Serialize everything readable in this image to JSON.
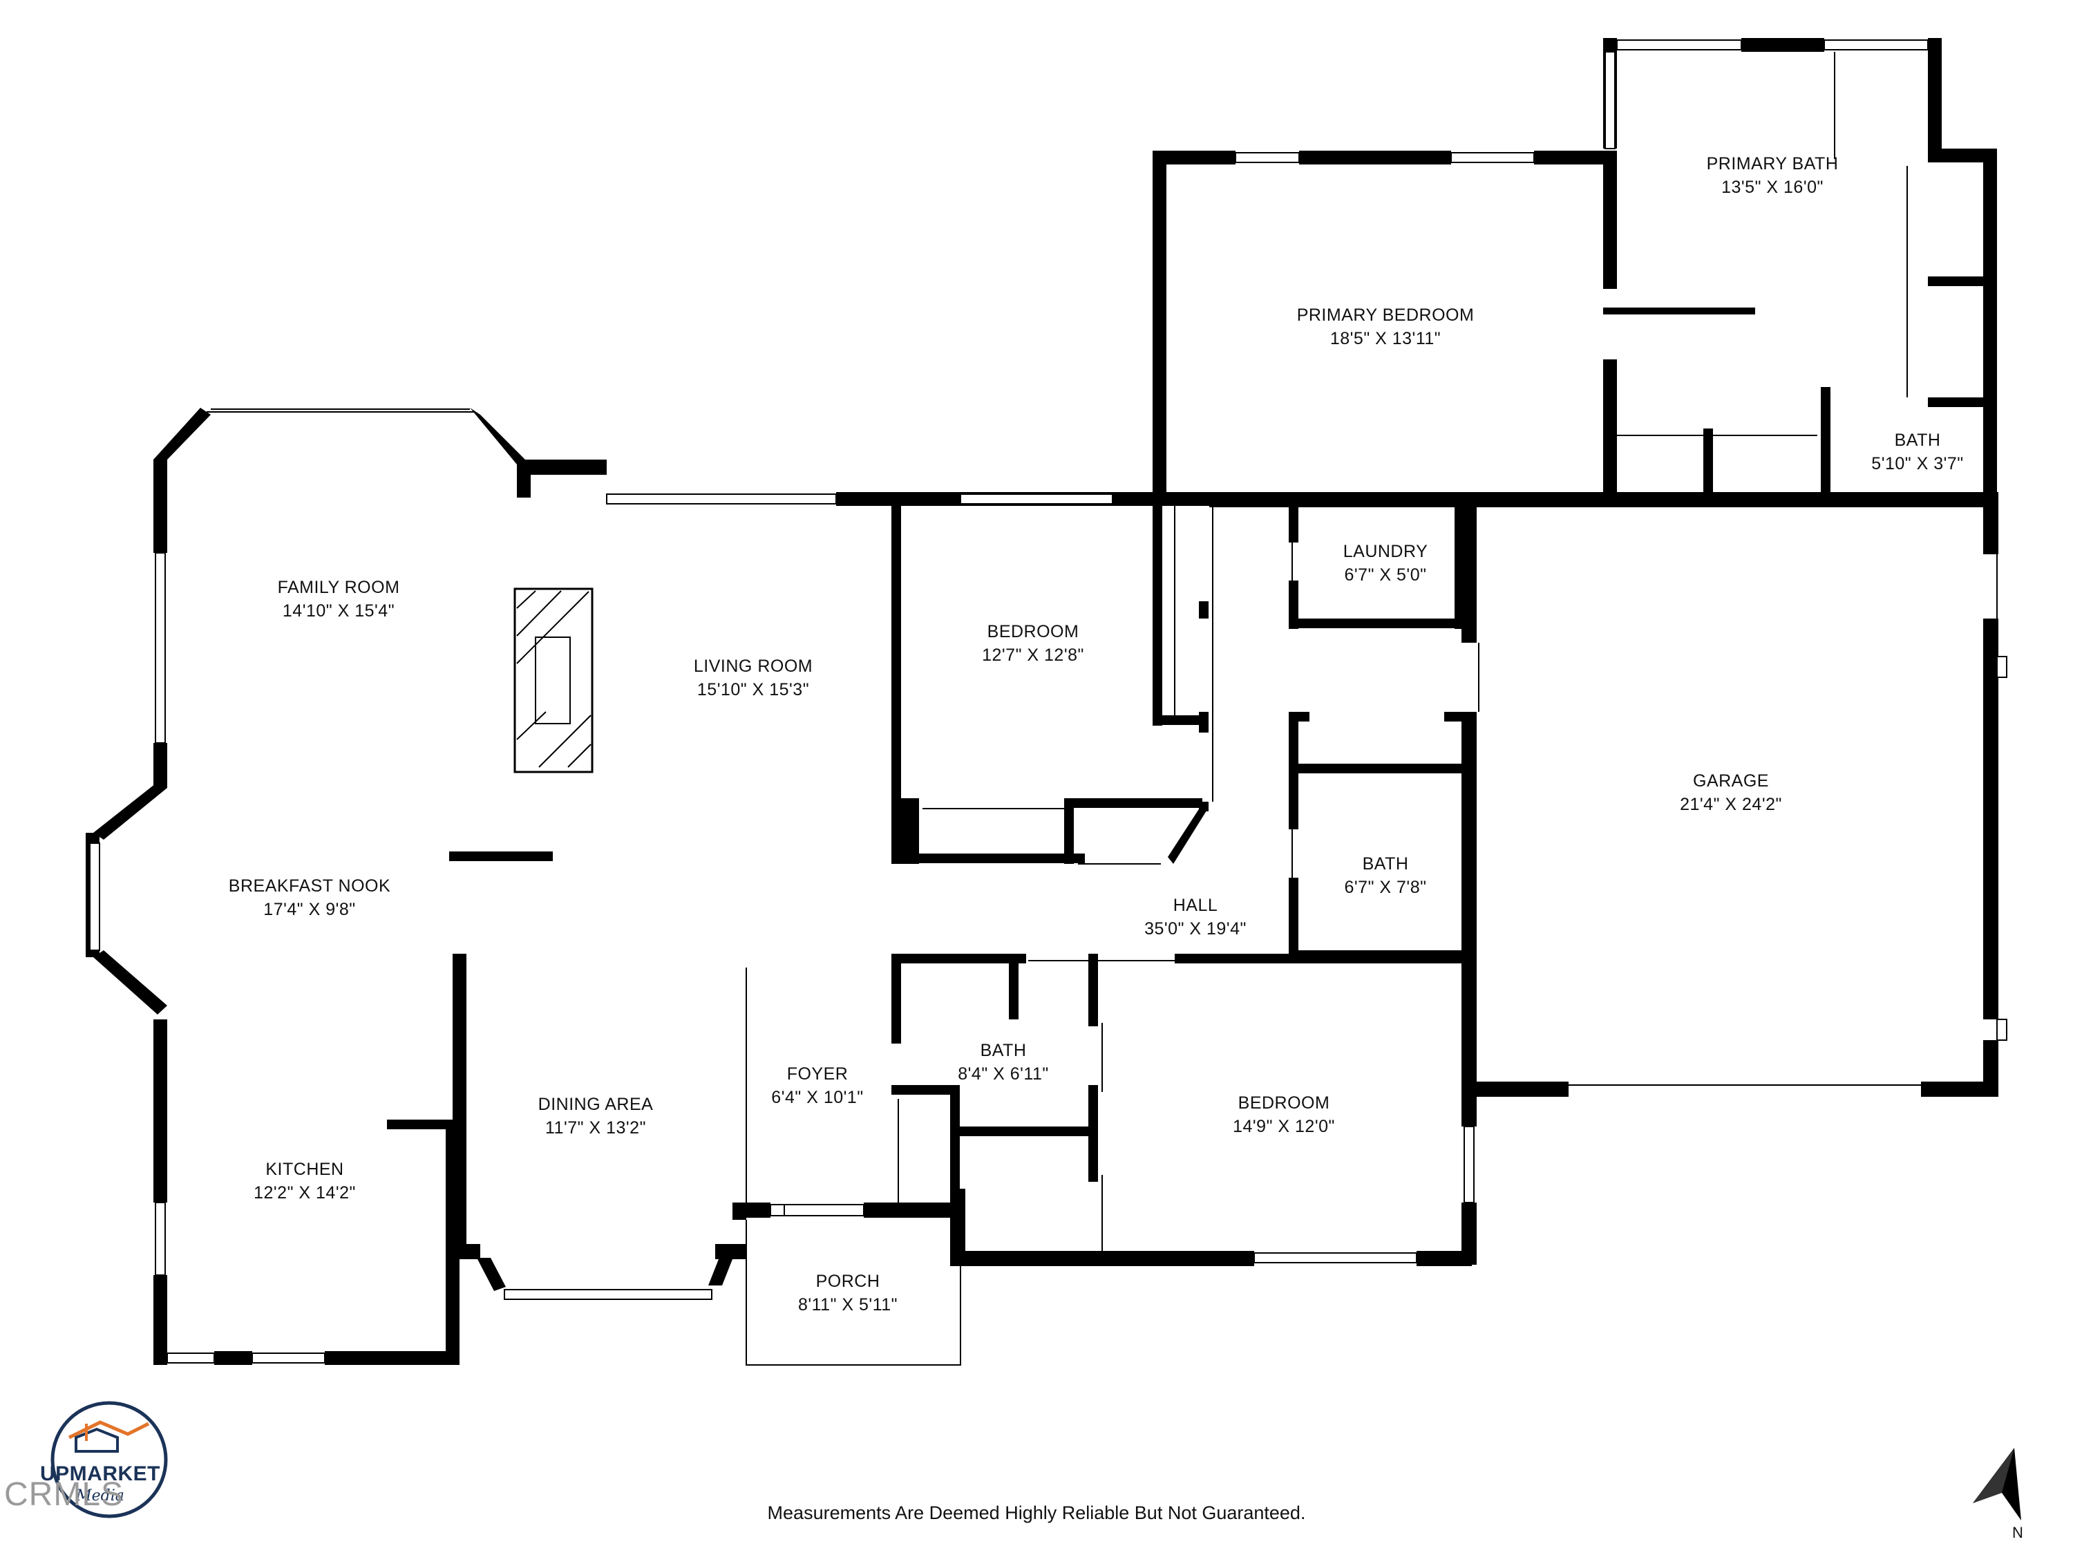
{
  "rooms": [
    {
      "id": "family_room",
      "name": "FAMILY ROOM",
      "dims": "14'10\" X 15'4\""
    },
    {
      "id": "living_room",
      "name": "LIVING ROOM",
      "dims": "15'10\" X 15'3\""
    },
    {
      "id": "bedroom_1",
      "name": "BEDROOM",
      "dims": "12'7\" X 12'8\""
    },
    {
      "id": "primary_bedroom",
      "name": "PRIMARY BEDROOM",
      "dims": "18'5\" X 13'11\""
    },
    {
      "id": "primary_bath",
      "name": "PRIMARY BATH",
      "dims": "13'5\" X 16'0\""
    },
    {
      "id": "bath_small",
      "name": "BATH",
      "dims": "5'10\" X 3'7\""
    },
    {
      "id": "laundry",
      "name": "LAUNDRY",
      "dims": "6'7\" X 5'0\""
    },
    {
      "id": "garage",
      "name": "GARAGE",
      "dims": "21'4\" X 24'2\""
    },
    {
      "id": "bath_hall",
      "name": "BATH",
      "dims": "6'7\" X 7'8\""
    },
    {
      "id": "hall",
      "name": "HALL",
      "dims": "35'0\" X 19'4\""
    },
    {
      "id": "breakfast_nook",
      "name": "BREAKFAST NOOK",
      "dims": "17'4\" X 9'8\""
    },
    {
      "id": "dining_area",
      "name": "DINING AREA",
      "dims": "11'7\" X 13'2\""
    },
    {
      "id": "foyer",
      "name": "FOYER",
      "dims": "6'4\" X 10'1\""
    },
    {
      "id": "bath_foyer",
      "name": "BATH",
      "dims": "8'4\" X 6'11\""
    },
    {
      "id": "bedroom_2",
      "name": "BEDROOM",
      "dims": "14'9\" X 12'0\""
    },
    {
      "id": "kitchen",
      "name": "KITCHEN",
      "dims": "12'2\" X 14'2\""
    },
    {
      "id": "porch",
      "name": "PORCH",
      "dims": "8'11\" X 5'11\""
    }
  ],
  "disclaimer": "Measurements Are Deemed Highly Reliable But Not Guaranteed.",
  "logo": {
    "name": "UPMARKET",
    "sub": "Media"
  },
  "watermark": "CRMLS",
  "compass": {
    "label": "N"
  },
  "colors": {
    "wall": "#000000",
    "logo": "#1b3358",
    "logo_accent": "#e3742a",
    "watermark": "#9a9a9a"
  }
}
